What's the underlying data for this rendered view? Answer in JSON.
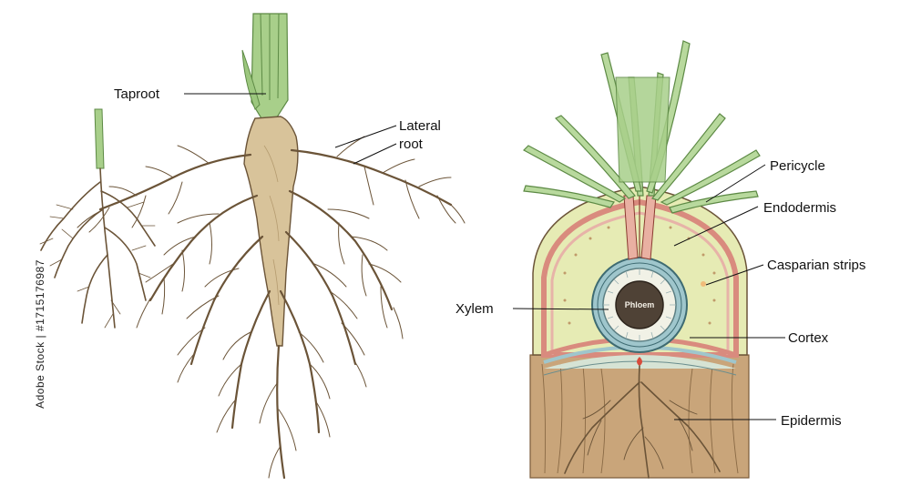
{
  "labels": {
    "taproot": "Taproot",
    "lateral_line1": "Lateral",
    "lateral_line2": "root",
    "pericycle": "Pericycle",
    "endodermis": "Endodermis",
    "casparian": "Casparian strips",
    "xylem": "Xylem",
    "phloem": "Phloem",
    "cortex": "Cortex",
    "epidermis": "Epidermis"
  },
  "stock_id": "Adobe Stock | #1715176987",
  "colors": {
    "root_tan": "#d8c39a",
    "root_outline": "#6b5438",
    "shoot_green": "#a8cf8a",
    "shoot_dark": "#5d8a45",
    "cortex_yellow": "#e9ecb4",
    "endodermis_red": "#d98b7e",
    "pericycle_blue": "#9fc6cc",
    "soil_brown": "#b8926a"
  }
}
